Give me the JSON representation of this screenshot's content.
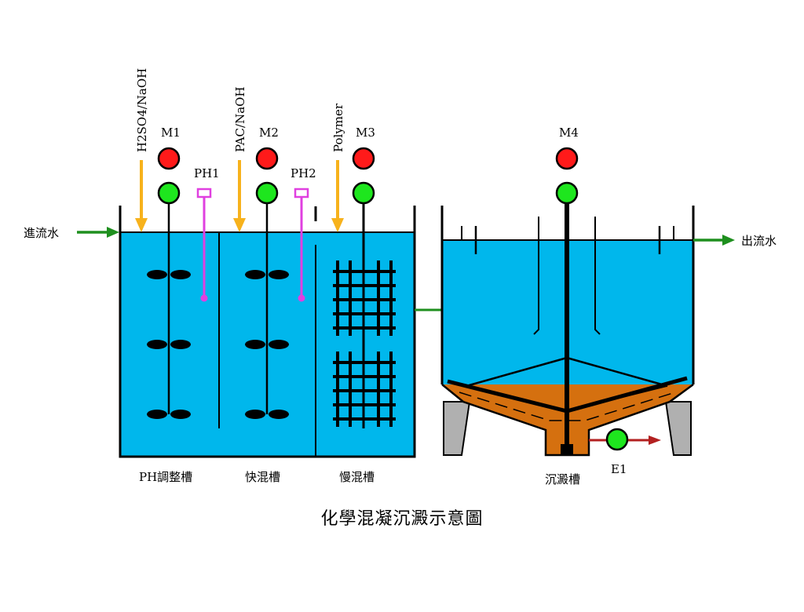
{
  "title": "化學混凝沉澱示意圖",
  "inflow_label": "進流水",
  "outflow_label": "出流水",
  "chemicals": {
    "c1": "H2SO4/NaOH",
    "c2": "PAC/NaOH",
    "c3": "Polymer"
  },
  "motors": {
    "m1": "M1",
    "m2": "M2",
    "m3": "M3",
    "m4": "M4",
    "e1": "E1"
  },
  "sensors": {
    "ph1": "PH1",
    "ph2": "PH2"
  },
  "tanks": {
    "ph_tank": "PH調整槽",
    "fast_mix": "快混槽",
    "slow_mix": "慢混槽",
    "settling": "沉澱槽"
  },
  "colors": {
    "water": "#00b7ec",
    "sludge": "#d5700f",
    "chemical_arrow": "#f7b21c",
    "flow_arrow": "#1e8f1e",
    "outlet_arrow": "#b32020",
    "indicator_red": "#ff1a1a",
    "indicator_green": "#1ee61e",
    "ph_probe": "#e040e0",
    "support": "#b0b0b0"
  }
}
